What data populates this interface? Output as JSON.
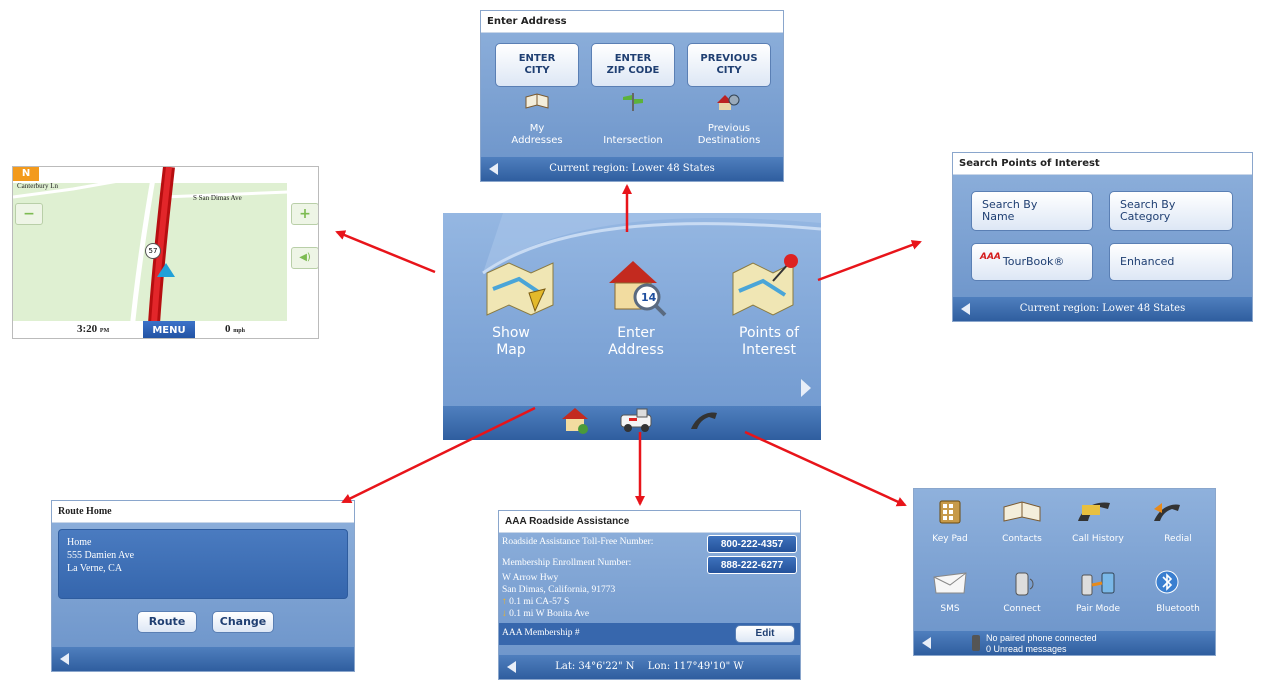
{
  "enter_address": {
    "title": "Enter Address",
    "buttons": [
      {
        "line1": "ENTER",
        "line2": "CITY"
      },
      {
        "line1": "ENTER",
        "line2": "ZIP CODE"
      },
      {
        "line1": "PREVIOUS",
        "line2": "CITY"
      }
    ],
    "icons": [
      {
        "line1": "My",
        "line2": "Addresses"
      },
      {
        "line1": "",
        "line2": "Intersection"
      },
      {
        "line1": "Previous",
        "line2": "Destinations"
      }
    ],
    "status": "Current region: Lower 48 States"
  },
  "map_view": {
    "compass": "N",
    "street1": "Canterbury Ln",
    "street2": "S San Dimas Ave",
    "route_shield": "57",
    "time": "3:20",
    "time_suffix": "PM",
    "menu": "MENU",
    "speed": "0",
    "speed_unit": "mph",
    "zoom_out": "−",
    "zoom_in": "+",
    "volume": "◀)"
  },
  "main_menu": {
    "items": [
      {
        "line1": "Show",
        "line2": "Map"
      },
      {
        "line1": "Enter",
        "line2": "Address"
      },
      {
        "line1": "Points of",
        "line2": "Interest"
      }
    ],
    "house_number": "14"
  },
  "poi": {
    "title": "Search Points of Interest",
    "buttons": [
      {
        "line1": "Search By",
        "line2": "Name"
      },
      {
        "line1": "Search By",
        "line2": "Category"
      },
      {
        "line1": "TourBook®",
        "line2": ""
      },
      {
        "line1": "Enhanced",
        "line2": ""
      }
    ],
    "aaa_logo": "AAA",
    "status": "Current region: Lower 48 States"
  },
  "route_home": {
    "title": "Route Home",
    "address": [
      "Home",
      "555 Damien Ave",
      "La Verne, CA"
    ],
    "route_button": "Route",
    "change_button": "Change"
  },
  "roadside": {
    "title": "AAA Roadside Assistance",
    "tollfree_label": "Roadside Assistance Toll-Free Number:",
    "tollfree_number": "800-222-4357",
    "enroll_label": "Membership Enrollment Number:",
    "enroll_number": "888-222-6277",
    "location": [
      "W Arrow Hwy",
      "San Dimas, California, 91773"
    ],
    "directions": [
      "0.1 mi CA-57 S",
      "0.1 mi W Bonita Ave"
    ],
    "membership_label": "AAA Membership #",
    "edit_button": "Edit",
    "lat": "Lat:  34°6'22\"  N",
    "lon": "Lon:  117°49'10\"  W"
  },
  "phone": {
    "items": [
      "Key Pad",
      "Contacts",
      "Call History",
      "Redial",
      "SMS",
      "Connect",
      "Pair Mode",
      "Bluetooth"
    ],
    "status1": "No paired phone connected",
    "status2": "0 Unread messages"
  },
  "colors": {
    "arrow": "#e8141a",
    "panel_blue": "#6b93c9",
    "bar_blue": "#2f5e9f"
  }
}
